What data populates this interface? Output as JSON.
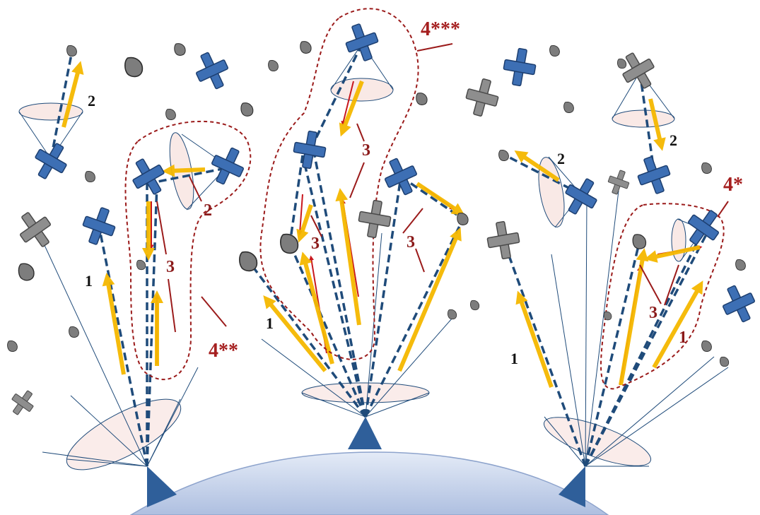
{
  "labels": {
    "l1_left": "1",
    "l1_center": "1",
    "l1_right": "1",
    "l1_right_red": "1",
    "l2_left": "2",
    "l2_left_group": "2",
    "l2_right_top": "2",
    "l2_right_mid": "2",
    "l3_left": "3",
    "l3_center_top": "3",
    "l3_center_mid": "3",
    "l3_center_right": "3",
    "l3_right": "3",
    "group_4_star": "4*",
    "group_4_2star": "4**",
    "group_4_3star": "4***"
  },
  "colors": {
    "satellite_blue": "#3d6fb4",
    "satellite_gray": "#8e8e8e",
    "arrow_yellow": "#f5b800",
    "arrow_red": "#c8181e",
    "dashed_navy": "#1f4b7a",
    "outline_red": "#9b1b1b",
    "earth": "#d2ddf0",
    "cone_fill": "#f7e0dc"
  }
}
